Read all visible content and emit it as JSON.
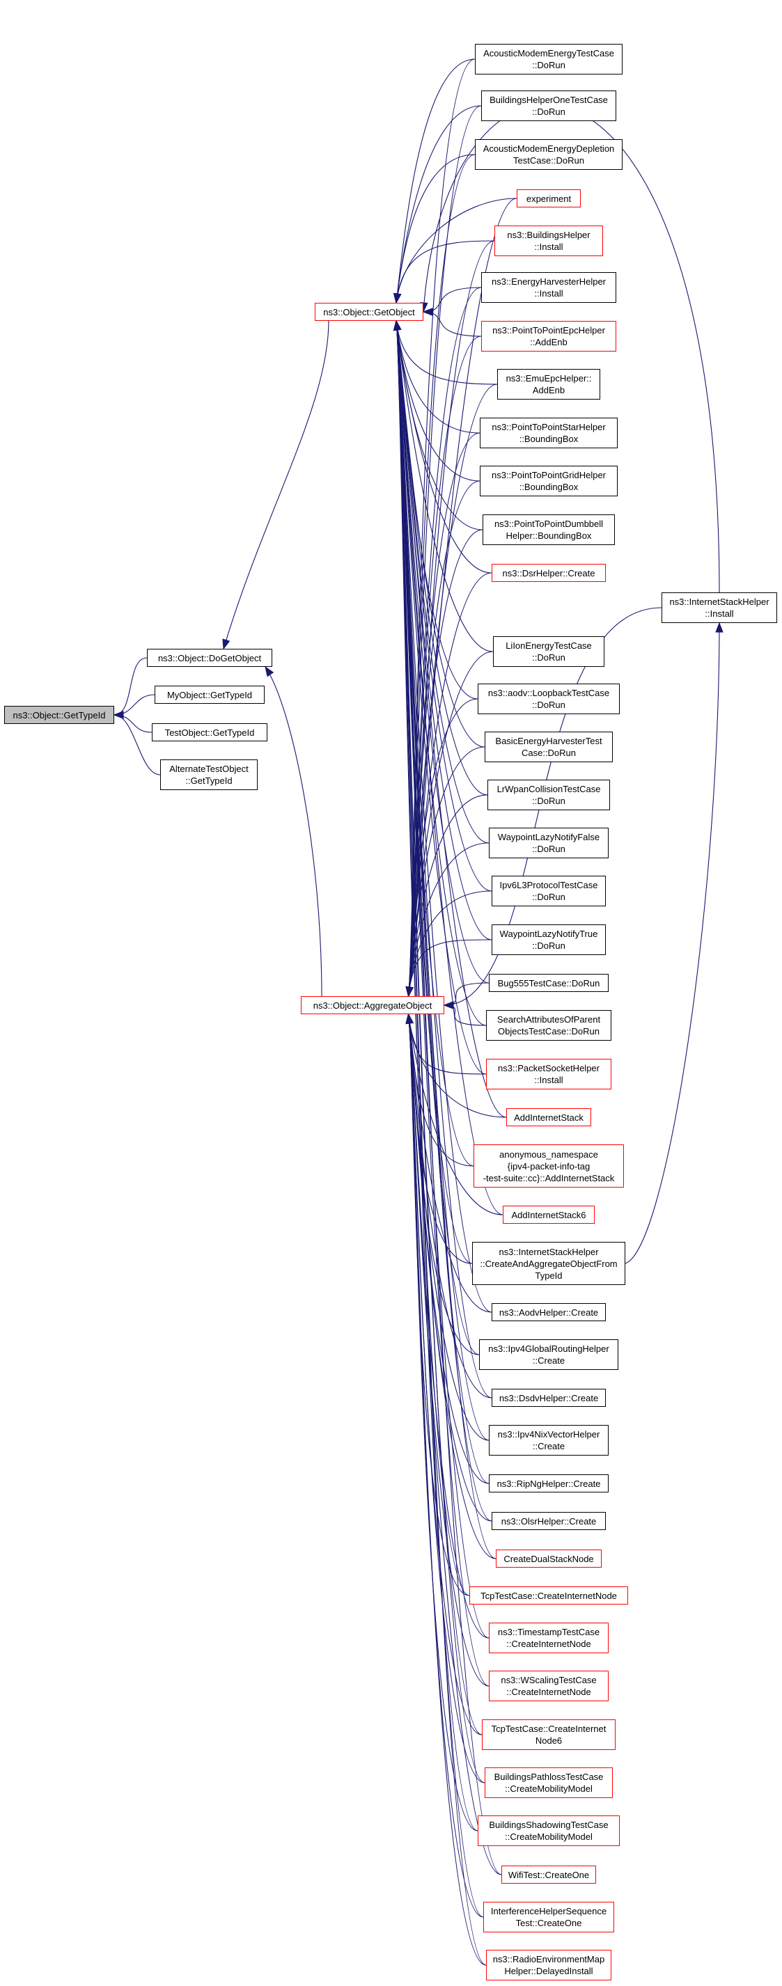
{
  "edge_color": "#191970",
  "node_border_colors": {
    "normal": "#000000",
    "incomplete": "#ff0000"
  },
  "focus_fill": "#bfbfbf",
  "nodes": [
    {
      "id": "getTypeId",
      "label": "ns3::Object::GetTypeId",
      "style": "focus"
    },
    {
      "id": "doGetObject",
      "label": "ns3::Object::DoGetObject",
      "style": "normal"
    },
    {
      "id": "myObject",
      "label": "MyObject::GetTypeId",
      "style": "normal"
    },
    {
      "id": "testObject",
      "label": "TestObject::GetTypeId",
      "style": "normal"
    },
    {
      "id": "alternateTestObject",
      "label": "AlternateTestObject\n::GetTypeId",
      "style": "normal"
    },
    {
      "id": "getObject",
      "label": "ns3::Object::GetObject",
      "style": "red"
    },
    {
      "id": "aggregateObject",
      "label": "ns3::Object::AggregateObject",
      "style": "red"
    },
    {
      "id": "internetStackHelperInstall",
      "label": "ns3::InternetStackHelper\n::Install",
      "style": "normal"
    },
    {
      "id": "g1",
      "label": "AcousticModemEnergyTestCase\n::DoRun",
      "style": "normal"
    },
    {
      "id": "g2",
      "label": "BuildingsHelperOneTestCase\n::DoRun",
      "style": "normal"
    },
    {
      "id": "g3",
      "label": "AcousticModemEnergyDepletion\nTestCase::DoRun",
      "style": "normal"
    },
    {
      "id": "g4",
      "label": "experiment",
      "style": "red"
    },
    {
      "id": "g5",
      "label": "ns3::BuildingsHelper\n::Install",
      "style": "red"
    },
    {
      "id": "g6",
      "label": "ns3::EnergyHarvesterHelper\n::Install",
      "style": "normal"
    },
    {
      "id": "g7",
      "label": "ns3::PointToPointEpcHelper\n::AddEnb",
      "style": "red"
    },
    {
      "id": "g8",
      "label": "ns3::EmuEpcHelper::\nAddEnb",
      "style": "normal"
    },
    {
      "id": "g9",
      "label": "ns3::PointToPointStarHelper\n::BoundingBox",
      "style": "normal"
    },
    {
      "id": "g10",
      "label": "ns3::PointToPointGridHelper\n::BoundingBox",
      "style": "normal"
    },
    {
      "id": "g11",
      "label": "ns3::PointToPointDumbbell\nHelper::BoundingBox",
      "style": "normal"
    },
    {
      "id": "g12",
      "label": "ns3::DsrHelper::Create",
      "style": "red"
    },
    {
      "id": "a1",
      "label": "LiIonEnergyTestCase\n::DoRun",
      "style": "normal"
    },
    {
      "id": "a2",
      "label": "ns3::aodv::LoopbackTestCase\n::DoRun",
      "style": "normal"
    },
    {
      "id": "a3",
      "label": "BasicEnergyHarvesterTest\nCase::DoRun",
      "style": "normal"
    },
    {
      "id": "a4",
      "label": "LrWpanCollisionTestCase\n::DoRun",
      "style": "normal"
    },
    {
      "id": "a5",
      "label": "WaypointLazyNotifyFalse\n::DoRun",
      "style": "normal"
    },
    {
      "id": "a6",
      "label": "Ipv6L3ProtocolTestCase\n::DoRun",
      "style": "normal"
    },
    {
      "id": "a7",
      "label": "WaypointLazyNotifyTrue\n::DoRun",
      "style": "normal"
    },
    {
      "id": "a8",
      "label": "Bug555TestCase::DoRun",
      "style": "normal"
    },
    {
      "id": "a9",
      "label": "SearchAttributesOfParent\nObjectsTestCase::DoRun",
      "style": "normal"
    },
    {
      "id": "a10",
      "label": "ns3::PacketSocketHelper\n::Install",
      "style": "red"
    },
    {
      "id": "a11",
      "label": "AddInternetStack",
      "style": "red"
    },
    {
      "id": "a12",
      "label": "anonymous_namespace\n{ipv4-packet-info-tag\n-test-suite::cc}::AddInternetStack",
      "style": "red"
    },
    {
      "id": "a13",
      "label": "AddInternetStack6",
      "style": "red"
    },
    {
      "id": "a14",
      "label": "ns3::InternetStackHelper\n::CreateAndAggregateObjectFrom\nTypeId",
      "style": "normal"
    },
    {
      "id": "a15",
      "label": "ns3::AodvHelper::Create",
      "style": "normal"
    },
    {
      "id": "a16",
      "label": "ns3::Ipv4GlobalRoutingHelper\n::Create",
      "style": "normal"
    },
    {
      "id": "a17",
      "label": "ns3::DsdvHelper::Create",
      "style": "normal"
    },
    {
      "id": "a18",
      "label": "ns3::Ipv4NixVectorHelper\n::Create",
      "style": "normal"
    },
    {
      "id": "a19",
      "label": "ns3::RipNgHelper::Create",
      "style": "normal"
    },
    {
      "id": "a20",
      "label": "ns3::OlsrHelper::Create",
      "style": "normal"
    },
    {
      "id": "a21",
      "label": "CreateDualStackNode",
      "style": "red"
    },
    {
      "id": "a22",
      "label": "TcpTestCase::CreateInternetNode",
      "style": "red"
    },
    {
      "id": "a23",
      "label": "ns3::TimestampTestCase\n::CreateInternetNode",
      "style": "red"
    },
    {
      "id": "a24",
      "label": "ns3::WScalingTestCase\n::CreateInternetNode",
      "style": "red"
    },
    {
      "id": "a25",
      "label": "TcpTestCase::CreateInternet\nNode6",
      "style": "red"
    },
    {
      "id": "a26",
      "label": "BuildingsPathlossTestCase\n::CreateMobilityModel",
      "style": "red"
    },
    {
      "id": "a27",
      "label": "BuildingsShadowingTestCase\n::CreateMobilityModel",
      "style": "red"
    },
    {
      "id": "a28",
      "label": "WifiTest::CreateOne",
      "style": "red"
    },
    {
      "id": "a29",
      "label": "InterferenceHelperSequence\nTest::CreateOne",
      "style": "red"
    },
    {
      "id": "a30",
      "label": "ns3::RadioEnvironmentMap\nHelper::DelayedInstall",
      "style": "red"
    }
  ],
  "edges": [
    [
      "myObject",
      "getTypeId"
    ],
    [
      "testObject",
      "getTypeId"
    ],
    [
      "alternateTestObject",
      "getTypeId"
    ],
    [
      "doGetObject",
      "getTypeId"
    ],
    [
      "getObject",
      "doGetObject"
    ],
    [
      "aggregateObject",
      "doGetObject"
    ],
    [
      "g1",
      "getObject"
    ],
    [
      "g2",
      "getObject"
    ],
    [
      "g3",
      "getObject"
    ],
    [
      "g4",
      "getObject"
    ],
    [
      "g5",
      "getObject"
    ],
    [
      "g6",
      "getObject"
    ],
    [
      "g7",
      "getObject"
    ],
    [
      "g8",
      "getObject"
    ],
    [
      "g9",
      "getObject"
    ],
    [
      "g10",
      "getObject"
    ],
    [
      "g11",
      "getObject"
    ],
    [
      "g12",
      "getObject"
    ],
    [
      "internetStackHelperInstall",
      "getObject"
    ],
    [
      "a1",
      "getObject"
    ],
    [
      "a2",
      "getObject"
    ],
    [
      "a3",
      "getObject"
    ],
    [
      "a4",
      "getObject"
    ],
    [
      "a5",
      "getObject"
    ],
    [
      "a6",
      "getObject"
    ],
    [
      "a7",
      "getObject"
    ],
    [
      "a8",
      "getObject"
    ],
    [
      "a9",
      "getObject"
    ],
    [
      "a10",
      "getObject"
    ],
    [
      "a11",
      "getObject"
    ],
    [
      "a12",
      "getObject"
    ],
    [
      "a13",
      "getObject"
    ],
    [
      "a14",
      "getObject"
    ],
    [
      "a15",
      "getObject"
    ],
    [
      "a16",
      "getObject"
    ],
    [
      "a17",
      "getObject"
    ],
    [
      "a18",
      "getObject"
    ],
    [
      "a19",
      "getObject"
    ],
    [
      "a20",
      "getObject"
    ],
    [
      "a21",
      "getObject"
    ],
    [
      "a22",
      "getObject"
    ],
    [
      "a23",
      "getObject"
    ],
    [
      "a24",
      "getObject"
    ],
    [
      "a25",
      "getObject"
    ],
    [
      "a26",
      "getObject"
    ],
    [
      "a27",
      "getObject"
    ],
    [
      "a28",
      "getObject"
    ],
    [
      "a29",
      "getObject"
    ],
    [
      "a30",
      "getObject"
    ],
    [
      "g1",
      "aggregateObject"
    ],
    [
      "g2",
      "aggregateObject"
    ],
    [
      "g3",
      "aggregateObject"
    ],
    [
      "g4",
      "aggregateObject"
    ],
    [
      "g5",
      "aggregateObject"
    ],
    [
      "g6",
      "aggregateObject"
    ],
    [
      "g7",
      "aggregateObject"
    ],
    [
      "g8",
      "aggregateObject"
    ],
    [
      "g9",
      "aggregateObject"
    ],
    [
      "g10",
      "aggregateObject"
    ],
    [
      "g11",
      "aggregateObject"
    ],
    [
      "g12",
      "aggregateObject"
    ],
    [
      "internetStackHelperInstall",
      "aggregateObject"
    ],
    [
      "a1",
      "aggregateObject"
    ],
    [
      "a2",
      "aggregateObject"
    ],
    [
      "a3",
      "aggregateObject"
    ],
    [
      "a4",
      "aggregateObject"
    ],
    [
      "a5",
      "aggregateObject"
    ],
    [
      "a6",
      "aggregateObject"
    ],
    [
      "a7",
      "aggregateObject"
    ],
    [
      "a8",
      "aggregateObject"
    ],
    [
      "a9",
      "aggregateObject"
    ],
    [
      "a10",
      "aggregateObject"
    ],
    [
      "a11",
      "aggregateObject"
    ],
    [
      "a12",
      "aggregateObject"
    ],
    [
      "a13",
      "aggregateObject"
    ],
    [
      "a14",
      "aggregateObject"
    ],
    [
      "a15",
      "aggregateObject"
    ],
    [
      "a16",
      "aggregateObject"
    ],
    [
      "a17",
      "aggregateObject"
    ],
    [
      "a18",
      "aggregateObject"
    ],
    [
      "a19",
      "aggregateObject"
    ],
    [
      "a20",
      "aggregateObject"
    ],
    [
      "a21",
      "aggregateObject"
    ],
    [
      "a22",
      "aggregateObject"
    ],
    [
      "a23",
      "aggregateObject"
    ],
    [
      "a24",
      "aggregateObject"
    ],
    [
      "a25",
      "aggregateObject"
    ],
    [
      "a26",
      "aggregateObject"
    ],
    [
      "a27",
      "aggregateObject"
    ],
    [
      "a28",
      "aggregateObject"
    ],
    [
      "a29",
      "aggregateObject"
    ],
    [
      "a30",
      "aggregateObject"
    ],
    [
      "a14",
      "internetStackHelperInstall"
    ]
  ]
}
